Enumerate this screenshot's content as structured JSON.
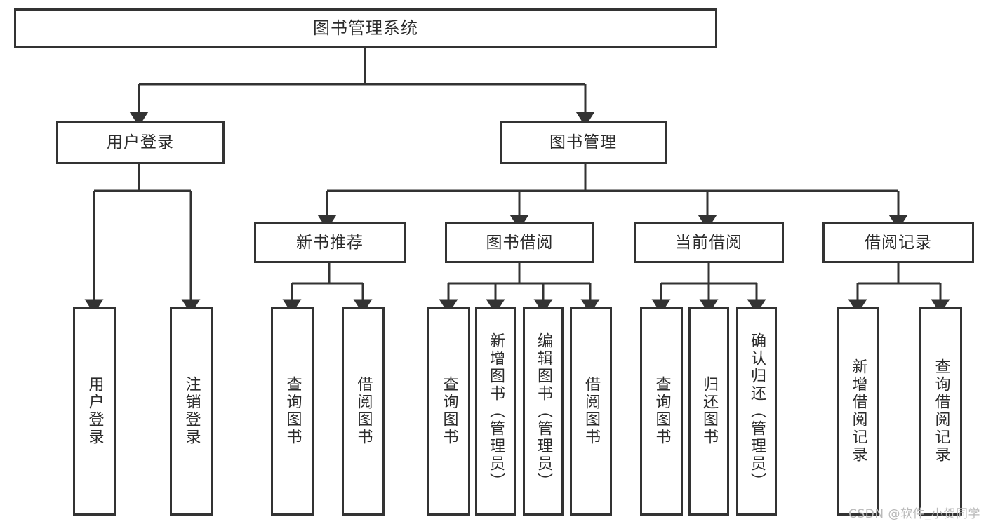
{
  "diagram": {
    "title": "图书管理系统",
    "type": "hierarchy-tree",
    "levels": 4,
    "root": {
      "id": "root",
      "label": "图书管理系统"
    },
    "level2": [
      {
        "id": "user-login",
        "label": "用户登录"
      },
      {
        "id": "book-management",
        "label": "图书管理"
      }
    ],
    "level3": [
      {
        "id": "new-book-recommend",
        "label": "新书推荐",
        "parent": "book-management"
      },
      {
        "id": "book-borrow",
        "label": "图书借阅",
        "parent": "book-management"
      },
      {
        "id": "current-borrow",
        "label": "当前借阅",
        "parent": "book-management"
      },
      {
        "id": "borrow-record",
        "label": "借阅记录",
        "parent": "book-management"
      }
    ],
    "leaves": [
      {
        "id": "leaf-user-login",
        "label": "用户登录",
        "parent": "user-login"
      },
      {
        "id": "leaf-logout-login",
        "label": "注销登录",
        "parent": "user-login"
      },
      {
        "id": "leaf-query-book-1",
        "label": "查询图书",
        "parent": "new-book-recommend"
      },
      {
        "id": "leaf-borrow-book-1",
        "label": "借阅图书",
        "parent": "new-book-recommend"
      },
      {
        "id": "leaf-query-book-2",
        "label": "查询图书",
        "parent": "book-borrow"
      },
      {
        "id": "leaf-add-book",
        "label": "新增图书（管理员）",
        "parent": "book-borrow"
      },
      {
        "id": "leaf-edit-book",
        "label": "编辑图书（管理员）",
        "parent": "book-borrow"
      },
      {
        "id": "leaf-borrow-book-2",
        "label": "借阅图书",
        "parent": "book-borrow"
      },
      {
        "id": "leaf-query-book-3",
        "label": "查询图书",
        "parent": "current-borrow"
      },
      {
        "id": "leaf-return-book",
        "label": "归还图书",
        "parent": "current-borrow"
      },
      {
        "id": "leaf-confirm-return",
        "label": "确认归还（管理员）",
        "parent": "current-borrow"
      },
      {
        "id": "leaf-add-record",
        "label": "新增借阅记录",
        "parent": "borrow-record"
      },
      {
        "id": "leaf-query-record",
        "label": "查询借阅记录",
        "parent": "borrow-record"
      }
    ]
  },
  "watermark": {
    "text": "CSDN @软件_小贺同学"
  },
  "colors": {
    "stroke": "#333333",
    "background": "#ffffff",
    "text": "#2b2b2b",
    "watermark": "#b9b9b9"
  }
}
